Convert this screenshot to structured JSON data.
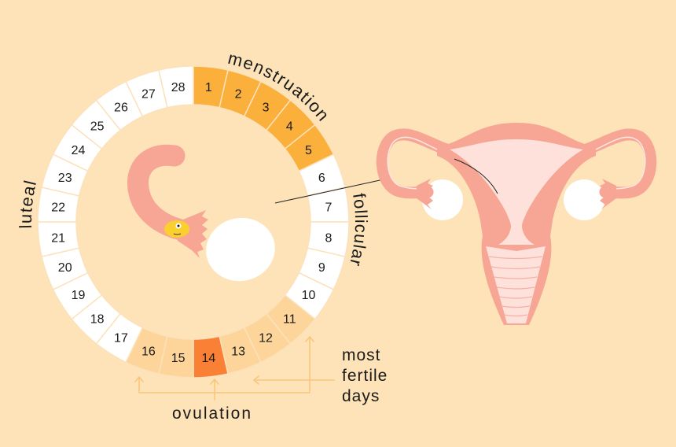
{
  "colors": {
    "background": "#FDE3B7",
    "segments": {
      "menstruation": "#FBB03B",
      "fertile": "#FDD59A",
      "ovulation": "#F98035",
      "normal": "#FFFFFF"
    },
    "divider": "#FCE2BC",
    "tissue": "#F7A595",
    "tissue_light": "#FDE1DA",
    "arrow": "#F9C77B",
    "egg_cell": "#FBCF2E",
    "text": "#1A1A1A"
  },
  "cycle": {
    "days": [
      {
        "label": "1",
        "type": "menstruation"
      },
      {
        "label": "2",
        "type": "menstruation"
      },
      {
        "label": "3",
        "type": "menstruation"
      },
      {
        "label": "4",
        "type": "menstruation"
      },
      {
        "label": "5",
        "type": "menstruation"
      },
      {
        "label": "6",
        "type": "normal"
      },
      {
        "label": "7",
        "type": "normal"
      },
      {
        "label": "8",
        "type": "normal"
      },
      {
        "label": "9",
        "type": "normal"
      },
      {
        "label": "10",
        "type": "normal"
      },
      {
        "label": "11",
        "type": "fertile"
      },
      {
        "label": "12",
        "type": "fertile"
      },
      {
        "label": "13",
        "type": "fertile"
      },
      {
        "label": "14",
        "type": "ovulation"
      },
      {
        "label": "15",
        "type": "fertile"
      },
      {
        "label": "16",
        "type": "fertile"
      },
      {
        "label": "17",
        "type": "normal"
      },
      {
        "label": "18",
        "type": "normal"
      },
      {
        "label": "19",
        "type": "normal"
      },
      {
        "label": "20",
        "type": "normal"
      },
      {
        "label": "21",
        "type": "normal"
      },
      {
        "label": "22",
        "type": "normal"
      },
      {
        "label": "23",
        "type": "normal"
      },
      {
        "label": "24",
        "type": "normal"
      },
      {
        "label": "25",
        "type": "normal"
      },
      {
        "label": "26",
        "type": "normal"
      },
      {
        "label": "27",
        "type": "normal"
      },
      {
        "label": "28",
        "type": "normal"
      }
    ]
  },
  "phase_labels": {
    "menstruation": "menstruation",
    "follicular": "follicular",
    "luteal": "luteal"
  },
  "annotations": {
    "ovulation": "ovulation",
    "most_fertile": {
      "line1": "most",
      "line2": "fertile",
      "line3": "days"
    }
  },
  "icons": {
    "fallopian_tube": "fallopian-tube-illustration",
    "egg_cell": "egg-cell-character",
    "ovary": "ovary-illustration",
    "uterus": "uterus-illustration"
  }
}
